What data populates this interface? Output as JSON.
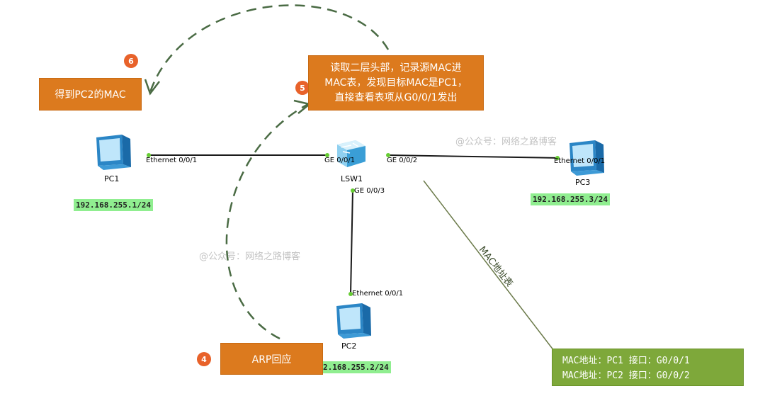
{
  "devices": {
    "pc1": {
      "name": "PC1",
      "port": "Ethernet 0/0/1",
      "ip": "192.168.255.1/24"
    },
    "pc2": {
      "name": "PC2",
      "port": "Ethernet 0/0/1",
      "ip": "2.168.255.2/24"
    },
    "pc3": {
      "name": "PC3",
      "port": "Ethernet 0/0/1",
      "ip": "192.168.255.3/24"
    },
    "switch": {
      "name": "LSW1",
      "ports": {
        "p1": "GE 0/0/1",
        "p2": "GE 0/0/2",
        "p3": "GE 0/0/3"
      }
    }
  },
  "steps": [
    {
      "number": "4",
      "text": "ARP回应"
    },
    {
      "number": "5",
      "lines": [
        "读取二层头部，记录源MAC进",
        "MAC表，发现目标MAC是PC1，",
        "直接查看表项从G0/0/1发出"
      ]
    },
    {
      "number": "6",
      "text": "得到PC2的MAC"
    }
  ],
  "mac_table": {
    "label": "MAC地址表",
    "rows": [
      "MAC地址：PC1  接口：G0/0/1",
      "MAC地址：PC2  接口：G0/0/2"
    ]
  },
  "watermarks": [
    "@公众号：网络之路博客",
    "@公众号：网络之路博客"
  ],
  "colors": {
    "orange": "#dc7a1e",
    "badge": "#e8622a",
    "green_box": "#7ea83a",
    "ip_bg": "#90ee90",
    "link": "#1a1a1a",
    "port_dot": "#66cc33",
    "dash": "#4a6b44"
  }
}
